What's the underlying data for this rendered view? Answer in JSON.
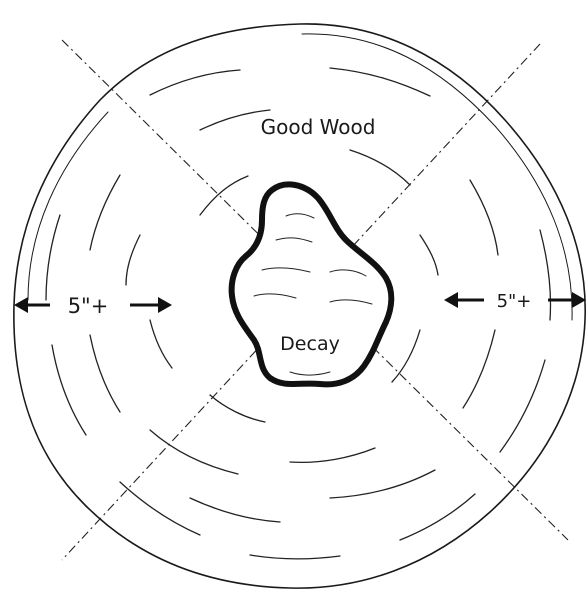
{
  "labels": {
    "good_wood": "Good Wood",
    "decay": "Decay",
    "left_measure": "5\"+",
    "right_measure": "5\"+"
  },
  "colors": {
    "ink": "#1a1a1a",
    "background": "#ffffff"
  }
}
